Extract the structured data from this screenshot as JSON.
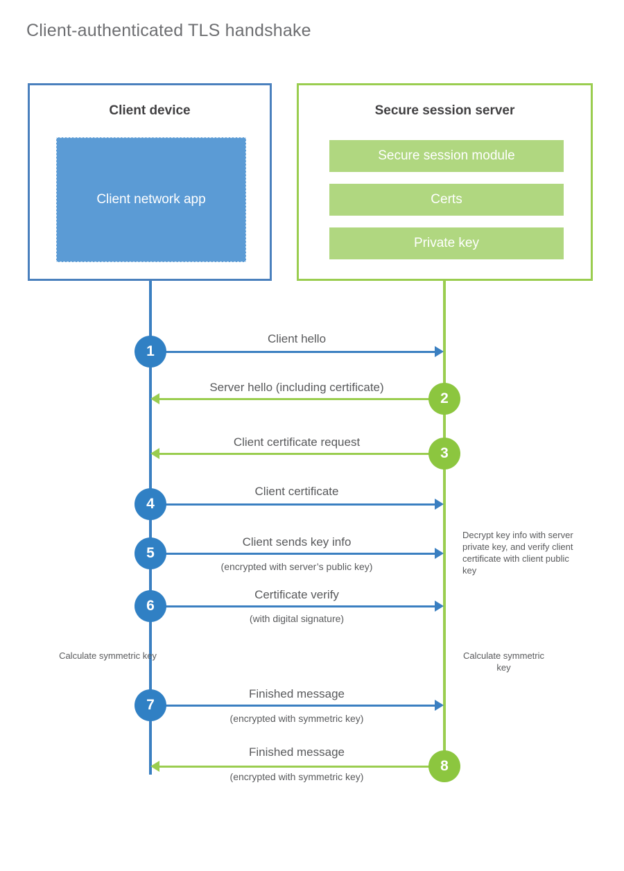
{
  "title": "Client-authenticated TLS handshake",
  "actors": {
    "client": {
      "title": "Client device",
      "app_label": "Client network app"
    },
    "server": {
      "title": "Secure session server",
      "blocks": [
        {
          "label": "Secure session module"
        },
        {
          "label": "Certs"
        },
        {
          "label": "Private key"
        }
      ]
    }
  },
  "steps": [
    {
      "number": "1",
      "label": "Client hello",
      "sublabel": "",
      "direction": "client-to-server",
      "color": "#3080c4"
    },
    {
      "number": "2",
      "label": "Server hello (including certificate)",
      "sublabel": "",
      "direction": "server-to-client",
      "color": "#8cc63f"
    },
    {
      "number": "3",
      "label": "Client certificate request",
      "sublabel": "",
      "direction": "server-to-client",
      "color": "#8cc63f"
    },
    {
      "number": "4",
      "label": "Client certificate",
      "sublabel": "",
      "direction": "client-to-server",
      "color": "#3080c4"
    },
    {
      "number": "5",
      "label": "Client sends key info",
      "sublabel": "(encrypted with server’s public key)",
      "direction": "client-to-server",
      "color": "#3080c4"
    },
    {
      "number": "6",
      "label": "Certificate verify",
      "sublabel": "(with digital signature)",
      "direction": "client-to-server",
      "color": "#3080c4"
    },
    {
      "number": "7",
      "label": "Finished message",
      "sublabel": "(encrypted with symmetric key)",
      "direction": "client-to-server",
      "color": "#3080c4"
    },
    {
      "number": "8",
      "label": "Finished message",
      "sublabel": "(encrypted with symmetric key)",
      "direction": "server-to-client",
      "color": "#8cc63f"
    }
  ],
  "notes": {
    "server_decrypt": "Decrypt key info with server private key, and verify client certificate with client public key",
    "client_calculate": "Calculate symmetric key",
    "server_calculate": "Calculate symmetric key"
  },
  "colors": {
    "client_border": "#4a80bd",
    "client_line": "#3a7fc1",
    "client_badge": "#3080c4",
    "client_app_fill": "#5b9bd5",
    "server_border": "#9acd4f",
    "server_line": "#9acd4f",
    "server_badge": "#8cc63f",
    "server_block_fill": "#b0d780",
    "title_text": "#6d6e71",
    "body_text": "#58595b",
    "background": "#ffffff"
  }
}
